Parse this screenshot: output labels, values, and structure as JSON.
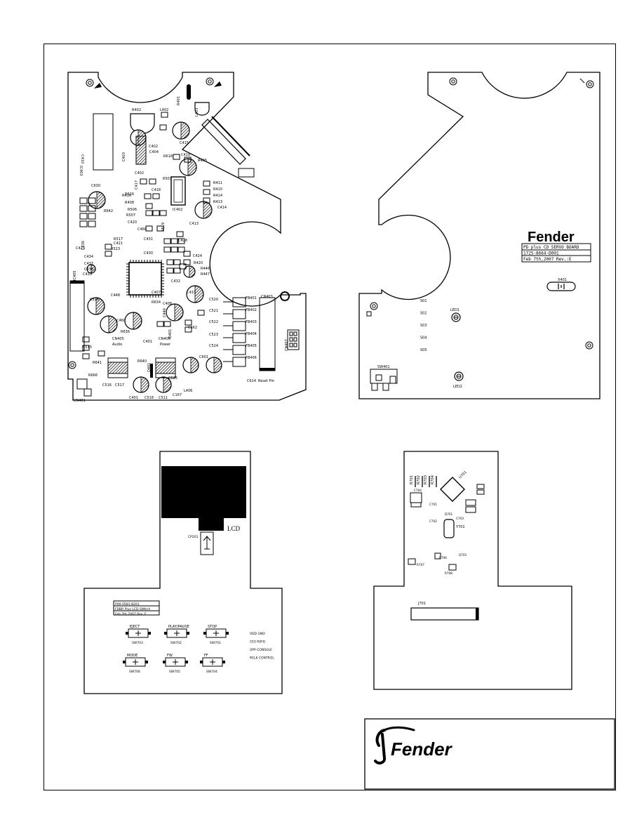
{
  "board1": {
    "labels": [
      {
        "t": "IC403"
      },
      {
        "t": "C410"
      },
      {
        "t": "R402"
      },
      {
        "t": "L402"
      },
      {
        "t": "R401"
      },
      {
        "t": "C403"
      },
      {
        "t": "C402"
      },
      {
        "t": "C404"
      },
      {
        "t": "C415"
      },
      {
        "t": "C419"
      },
      {
        "t": "R405"
      },
      {
        "t": "IC402"
      },
      {
        "t": "R411"
      },
      {
        "t": "R410"
      },
      {
        "t": "R414"
      },
      {
        "t": "R413"
      },
      {
        "t": "C414"
      },
      {
        "t": "C413"
      },
      {
        "t": "C417"
      },
      {
        "t": "C418"
      },
      {
        "t": "R416"
      },
      {
        "t": "R408"
      },
      {
        "t": "R506"
      },
      {
        "t": "R507"
      },
      {
        "t": "C420"
      },
      {
        "t": "C630"
      },
      {
        "t": "C421"
      },
      {
        "t": "R517"
      },
      {
        "t": "R523"
      },
      {
        "t": "C460"
      },
      {
        "t": "C428"
      },
      {
        "t": "R420"
      },
      {
        "t": "R446"
      },
      {
        "t": "R447"
      },
      {
        "t": "C424"
      },
      {
        "t": "C423"
      },
      {
        "t": "C434"
      },
      {
        "t": "C437"
      },
      {
        "t": "C438"
      },
      {
        "t": "C436"
      },
      {
        "t": "C439"
      },
      {
        "t": "IC405"
      },
      {
        "t": "C432"
      },
      {
        "t": "C433"
      },
      {
        "t": "C448"
      },
      {
        "t": "C526"
      },
      {
        "t": "C460"
      },
      {
        "t": "C407"
      },
      {
        "t": "C408"
      },
      {
        "t": "C446"
      },
      {
        "t": "R634"
      },
      {
        "t": "R636"
      },
      {
        "t": "C662"
      },
      {
        "t": "C520"
      },
      {
        "t": "C521"
      },
      {
        "t": "C522"
      },
      {
        "t": "C523"
      },
      {
        "t": "C524"
      },
      {
        "t": "C601"
      },
      {
        "t": "CN401"
      },
      {
        "t": "C515"
      },
      {
        "t": "C516"
      },
      {
        "t": "C517"
      },
      {
        "t": "C401"
      },
      {
        "t": "C518"
      },
      {
        "t": "C511"
      },
      {
        "t": "C525"
      },
      {
        "t": "L406"
      },
      {
        "t": "C167"
      },
      {
        "t": "C614"
      },
      {
        "t": "Reset Pin"
      },
      {
        "t": "CN407"
      },
      {
        "t": "FB401"
      },
      {
        "t": "FB402"
      },
      {
        "t": "FB403"
      },
      {
        "t": "FB404"
      },
      {
        "t": "FB405"
      },
      {
        "t": "FB406"
      },
      {
        "t": "CN403"
      },
      {
        "t": "CN405"
      },
      {
        "t": "Audio"
      },
      {
        "t": "CN406"
      },
      {
        "t": "Power"
      },
      {
        "t": "R640"
      },
      {
        "t": "R641"
      },
      {
        "t": "R666"
      },
      {
        "t": "Q401"
      },
      {
        "t": "R616"
      },
      {
        "t": "R503"
      },
      {
        "t": "R618"
      },
      {
        "t": "R519"
      },
      {
        "t": "L403"
      },
      {
        "t": "R642"
      },
      {
        "t": "D401"
      },
      {
        "t": "C431"
      },
      {
        "t": "C430"
      },
      {
        "t": "C401"
      },
      {
        "t": "C402"
      }
    ]
  },
  "board2": {
    "brand": "Fender",
    "info": [
      "PD plus CD SERVO BOARD",
      "1725-8664-D001",
      "Feb 7th,2007   Rev.:E"
    ],
    "crystal": "X401",
    "switches": [
      "S01",
      "S02",
      "S03",
      "S04",
      "S05"
    ],
    "leds": [
      "LED1",
      "LED2"
    ],
    "bottom_label": "SW401"
  },
  "board3": {
    "lcd_label": "LCD",
    "connector": "CP201",
    "info": [
      "P00-0581-8201",
      "FDBR Plus LCD SWitch",
      "Feb 7th,2007 Rev.:E"
    ],
    "buttons": [
      {
        "name": "EJECT",
        "ref": "SW703"
      },
      {
        "name": "PLAY/PAUSE",
        "ref": "SW702"
      },
      {
        "name": "STOP",
        "ref": "SW701"
      },
      {
        "name": "MODE",
        "ref": "SW706"
      },
      {
        "name": "FW",
        "ref": "SW705"
      },
      {
        "name": "FF",
        "ref": "SW704"
      }
    ],
    "notes": [
      "VDD GND",
      "CE0 R0F8",
      "UPP CONSOLE",
      "RELK CONTROL"
    ]
  },
  "board4": {
    "top_labels": [
      "R701",
      "R702",
      "R703",
      "R704"
    ],
    "ic": "U701",
    "crystal": "Y701",
    "misc": [
      "C701",
      "C702",
      "C703",
      "R706",
      "R707",
      "R708",
      "Q701",
      "D701",
      "C704"
    ],
    "connector": "J701"
  },
  "logo": {
    "text": "Fender"
  }
}
